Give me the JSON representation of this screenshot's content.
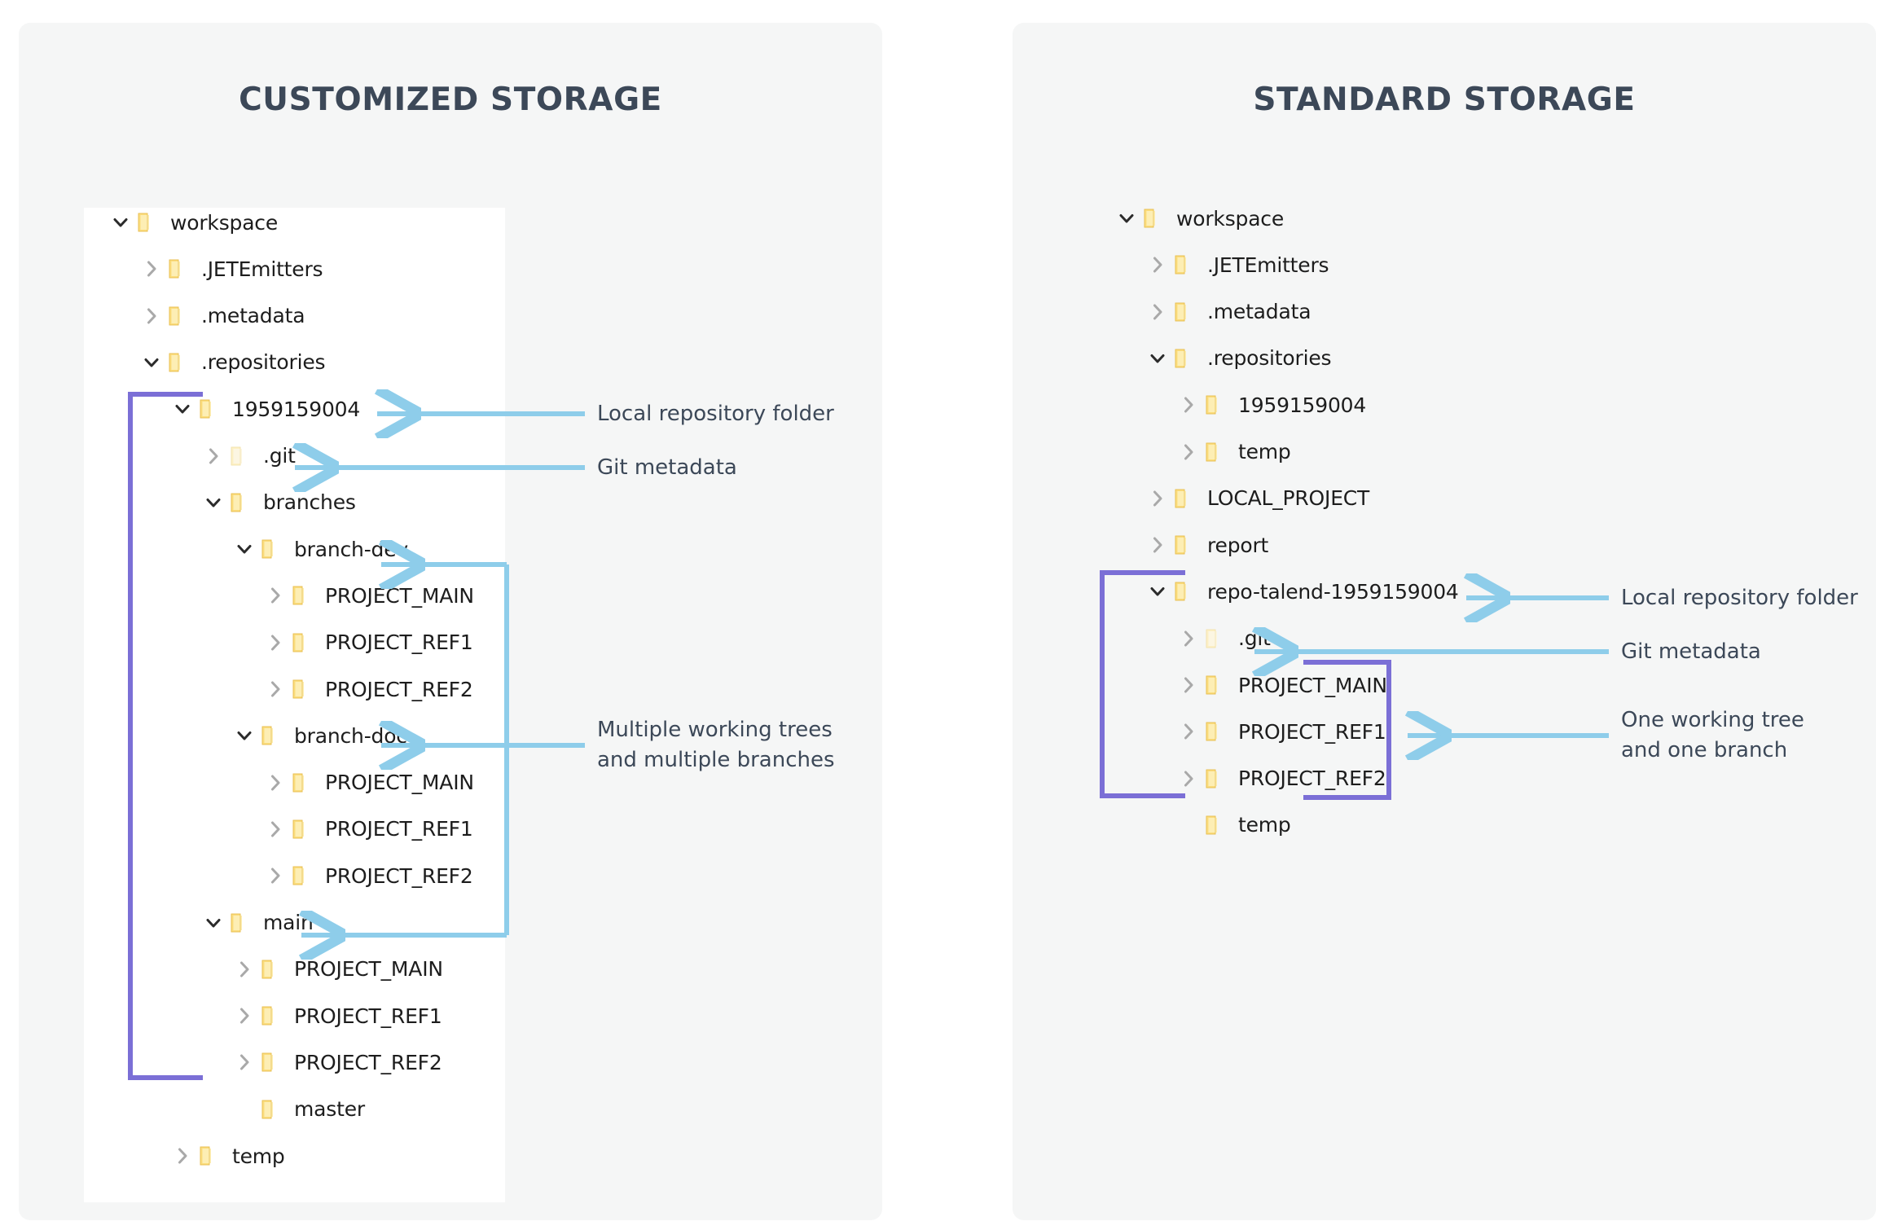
{
  "panels": [
    {
      "id": "customized",
      "title": "CUSTOMIZED STORAGE",
      "tree": [
        {
          "label": "workspace",
          "depth": 0,
          "state": "expanded"
        },
        {
          "label": ".JETEmitters",
          "depth": 1,
          "state": "collapsed"
        },
        {
          "label": ".metadata",
          "depth": 1,
          "state": "collapsed"
        },
        {
          "label": ".repositories",
          "depth": 1,
          "state": "expanded"
        },
        {
          "label": "1959159004",
          "depth": 2,
          "state": "expanded"
        },
        {
          "label": ".git",
          "depth": 3,
          "state": "collapsed",
          "pale": true
        },
        {
          "label": "branches",
          "depth": 3,
          "state": "expanded"
        },
        {
          "label": "branch-dev",
          "depth": 4,
          "state": "expanded"
        },
        {
          "label": "PROJECT_MAIN",
          "depth": 5,
          "state": "collapsed"
        },
        {
          "label": "PROJECT_REF1",
          "depth": 5,
          "state": "collapsed"
        },
        {
          "label": "PROJECT_REF2",
          "depth": 5,
          "state": "collapsed"
        },
        {
          "label": "branch-doc",
          "depth": 4,
          "state": "expanded"
        },
        {
          "label": "PROJECT_MAIN",
          "depth": 5,
          "state": "collapsed"
        },
        {
          "label": "PROJECT_REF1",
          "depth": 5,
          "state": "collapsed"
        },
        {
          "label": "PROJECT_REF2",
          "depth": 5,
          "state": "collapsed"
        },
        {
          "label": "main",
          "depth": 3,
          "state": "expanded"
        },
        {
          "label": "PROJECT_MAIN",
          "depth": 4,
          "state": "collapsed"
        },
        {
          "label": "PROJECT_REF1",
          "depth": 4,
          "state": "collapsed"
        },
        {
          "label": "PROJECT_REF2",
          "depth": 4,
          "state": "collapsed"
        },
        {
          "label": "master",
          "depth": 4,
          "state": "leaf"
        },
        {
          "label": "temp",
          "depth": 2,
          "state": "collapsed"
        }
      ],
      "annotations": [
        {
          "text": "Local repository folder"
        },
        {
          "text": "Git metadata"
        },
        {
          "text": "Multiple working trees\nand multiple branches"
        }
      ]
    },
    {
      "id": "standard",
      "title": "STANDARD STORAGE",
      "tree": [
        {
          "label": "workspace",
          "depth": 0,
          "state": "expanded"
        },
        {
          "label": ".JETEmitters",
          "depth": 1,
          "state": "collapsed"
        },
        {
          "label": ".metadata",
          "depth": 1,
          "state": "collapsed"
        },
        {
          "label": ".repositories",
          "depth": 1,
          "state": "expanded"
        },
        {
          "label": "1959159004",
          "depth": 2,
          "state": "collapsed"
        },
        {
          "label": "temp",
          "depth": 2,
          "state": "collapsed"
        },
        {
          "label": "LOCAL_PROJECT",
          "depth": 1,
          "state": "collapsed"
        },
        {
          "label": "report",
          "depth": 1,
          "state": "collapsed"
        },
        {
          "label": "repo-talend-1959159004",
          "depth": 1,
          "state": "expanded"
        },
        {
          "label": ".git",
          "depth": 2,
          "state": "collapsed",
          "pale": true
        },
        {
          "label": "PROJECT_MAIN",
          "depth": 2,
          "state": "collapsed"
        },
        {
          "label": "PROJECT_REF1",
          "depth": 2,
          "state": "collapsed"
        },
        {
          "label": "PROJECT_REF2",
          "depth": 2,
          "state": "collapsed"
        },
        {
          "label": "temp",
          "depth": 2,
          "state": "leaf"
        }
      ],
      "annotations": [
        {
          "text": "Local repository folder"
        },
        {
          "text": "Git metadata"
        },
        {
          "text": "One working tree\nand one branch"
        }
      ]
    }
  ],
  "colors": {
    "panel_background": "#f5f6f6",
    "card_background": "#ffffff",
    "title_text": "#3c4858",
    "bracket_purple": "#7b6fd6",
    "arrow_blue": "#8ecdea",
    "folder_yellow": "#f6d365",
    "folder_pale": "#fdf2cf"
  },
  "icons": {
    "chevron_expanded": "chevron-down-icon",
    "chevron_collapsed": "chevron-right-icon",
    "folder": "folder-icon"
  }
}
